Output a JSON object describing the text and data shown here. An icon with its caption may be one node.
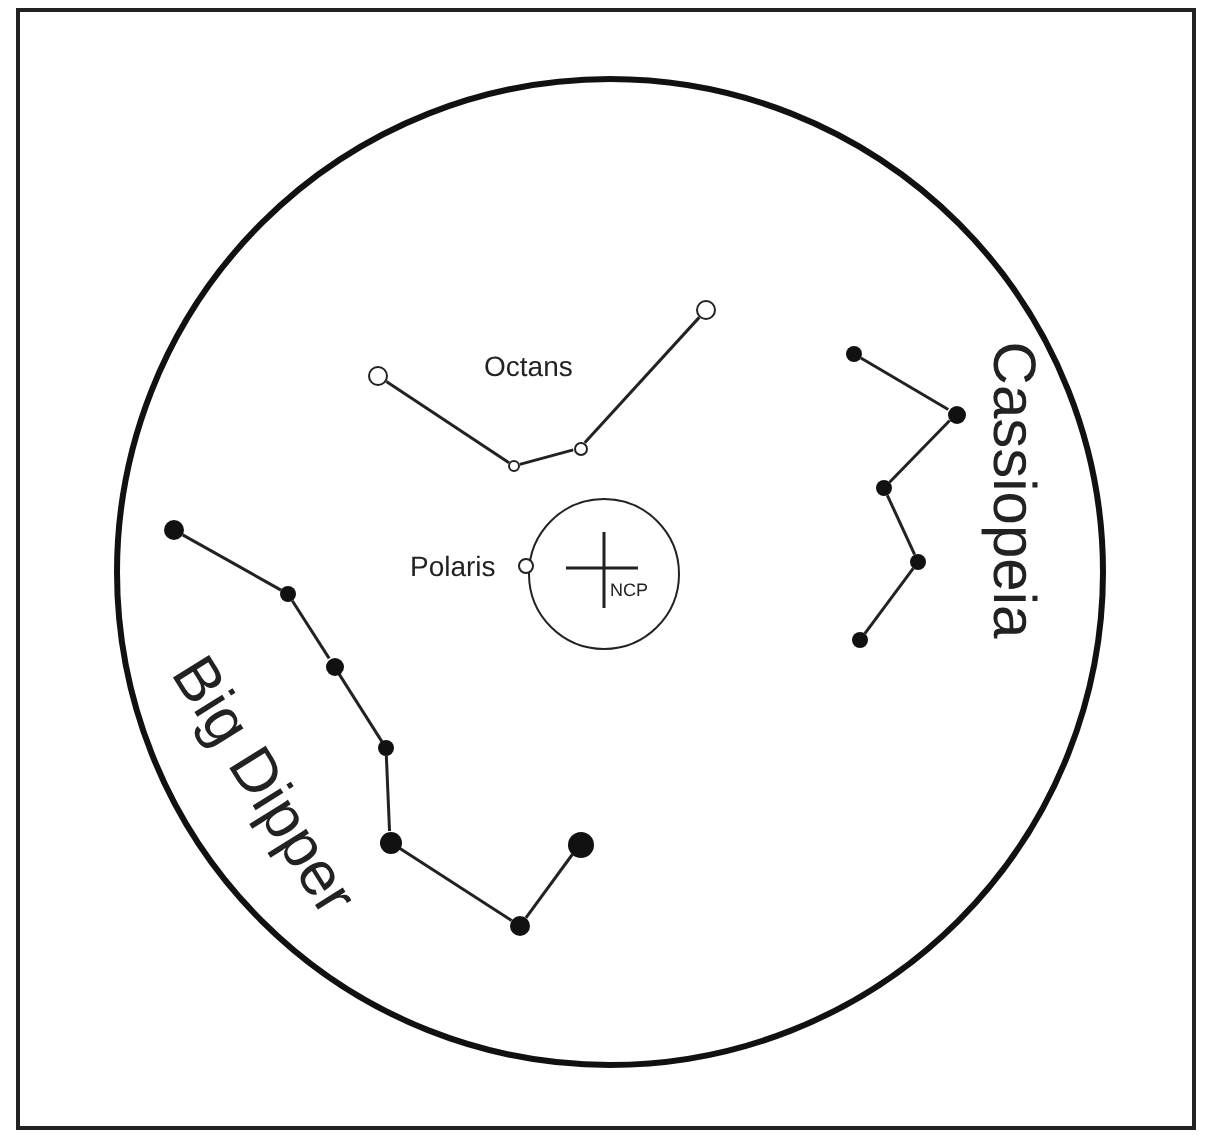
{
  "diagram": {
    "nodes": [
      {
        "text": [
          "NCP"
        ]
      },
      {
        "text": [],
        "shape": "circle"
      },
      {
        "text": [],
        "shape": "circle"
      },
      {
        "text": [],
        "shape": "circle"
      },
      {
        "text": [],
        "shape": "circle"
      },
      {
        "text": [],
        "shape": "circle"
      },
      {
        "text": [],
        "shape": "circle"
      },
      {
        "text": [],
        "shape": "circle"
      },
      {
        "text": [],
        "shape": "circle"
      },
      {
        "text": [],
        "shape": "circle"
      },
      {
        "text": [],
        "shape": "circle"
      },
      {
        "text": [],
        "shape": "circle"
      },
      {
        "text": [],
        "shape": "circle"
      },
      {
        "text": [],
        "shape": "circle"
      },
      {
        "text": [],
        "shape": "circle"
      },
      {
        "text": [],
        "shape": "circle"
      },
      {
        "text": [],
        "shape": "circle"
      },
      {
        "text": [],
        "shape": "circle"
      }
    ],
    "edges": [
      {
        "from": 1,
        "to": 2,
        "arrow": "none"
      },
      {
        "from": 2,
        "to": 3,
        "arrow": "none"
      },
      {
        "from": 3,
        "to": 4,
        "arrow": "none"
      },
      {
        "from": 6,
        "to": 7,
        "arrow": "none"
      },
      {
        "from": 7,
        "to": 8,
        "arrow": "none"
      },
      {
        "from": 8,
        "to": 9,
        "arrow": "none"
      },
      {
        "from": 9,
        "to": 10,
        "arrow": "none"
      },
      {
        "from": 10,
        "to": 11,
        "arrow": "none"
      },
      {
        "from": 11,
        "to": 12,
        "arrow": "none"
      },
      {
        "from": 13,
        "to": 14,
        "arrow": "none"
      },
      {
        "from": 14,
        "to": 15,
        "arrow": "none"
      },
      {
        "from": 15,
        "to": 16,
        "arrow": "none"
      },
      {
        "from": 16,
        "to": 17,
        "arrow": "none"
      }
    ],
    "labels": [
      "Octans",
      "Polaris",
      "Big Dipper",
      "Cassiopeia"
    ]
  }
}
